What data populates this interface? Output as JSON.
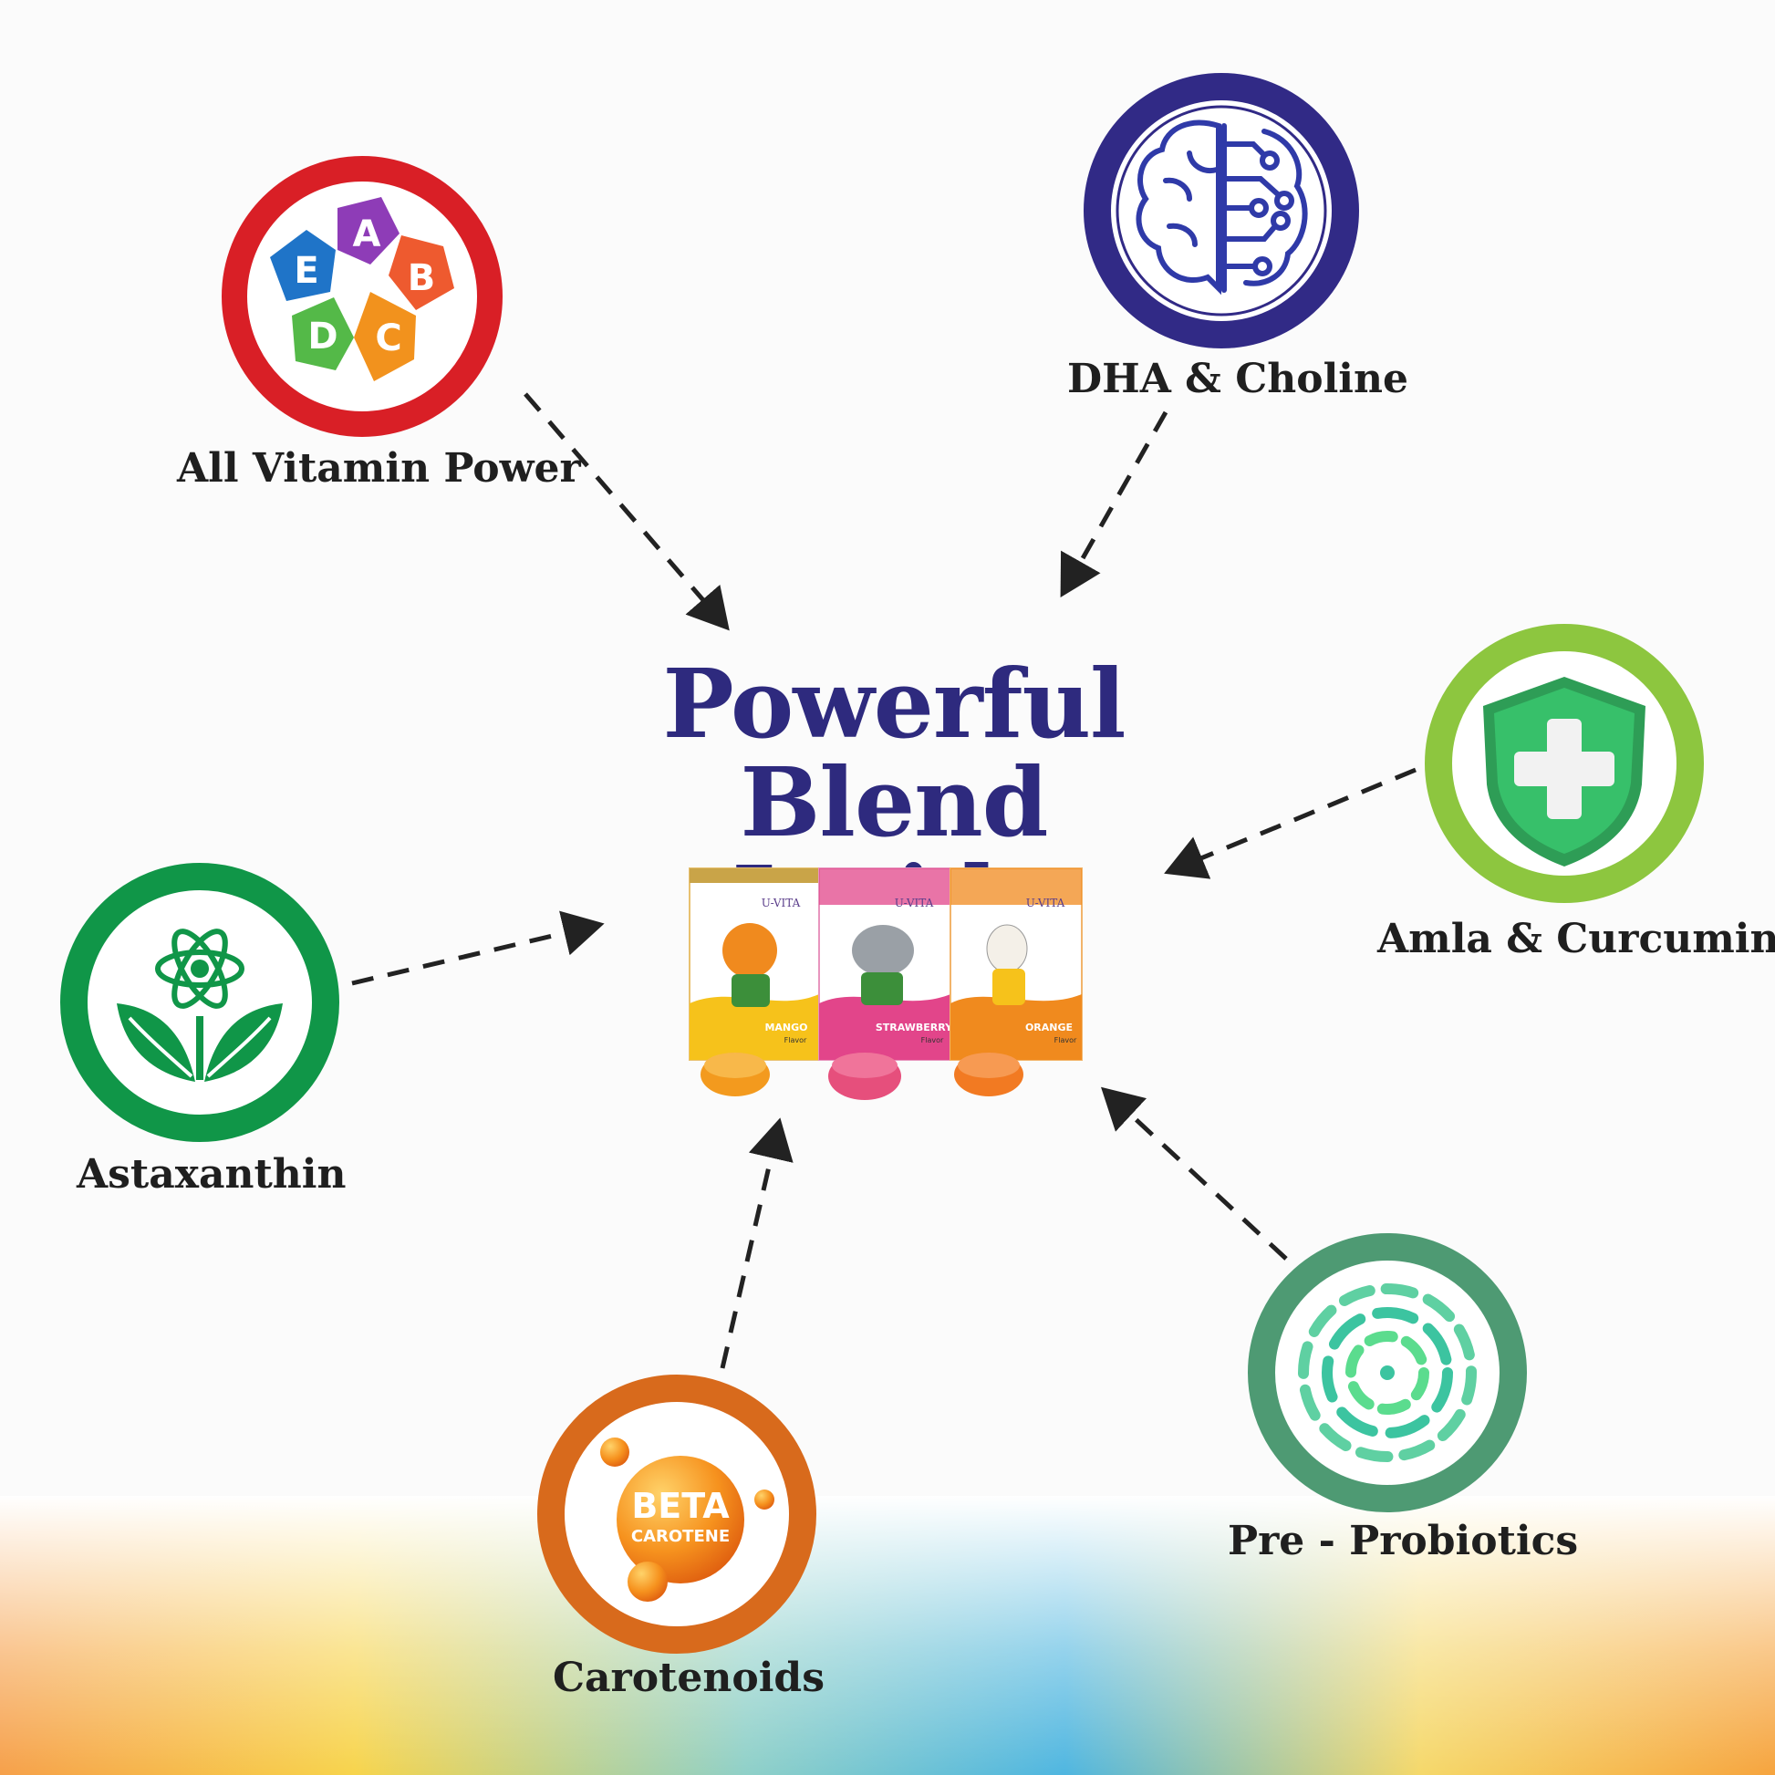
{
  "headline": {
    "line1": "Powerful Blend",
    "line2": "Inside"
  },
  "ingredients": [
    {
      "label": "All Vitamin Power",
      "ring_color": "#d91f26",
      "icon": "vitamin-gems-icon",
      "gem_letters": [
        "A",
        "B",
        "C",
        "D",
        "E"
      ]
    },
    {
      "label": "DHA & Choline",
      "ring_color": "#312a86",
      "icon": "brain-circuit-icon"
    },
    {
      "label": "Amla  & Curcumin",
      "ring_color": "#8dc63f",
      "icon": "shield-cross-icon"
    },
    {
      "label": "Astaxanthin",
      "ring_color": "#109648",
      "icon": "atom-leaves-icon"
    },
    {
      "label": "Carotenoids",
      "ring_color": "#d86a1c",
      "icon": "beta-carotene-icon",
      "icon_text": {
        "line1": "BETA",
        "line2": "CAROTENE"
      }
    },
    {
      "label": "Pre - Probiotics",
      "ring_color": "#4e9a73",
      "icon": "probiotic-bacteria-icon"
    }
  ],
  "product": {
    "brand": "U-VITA",
    "pouches": [
      {
        "flavor": "MANGO",
        "sub": "Flavor",
        "color": "#f6c21b"
      },
      {
        "flavor": "STRAWBERRY",
        "sub": "Flavor",
        "color": "#e2458a"
      },
      {
        "flavor": "ORANGE",
        "sub": "Flavor",
        "color": "#f08a1e"
      }
    ]
  }
}
